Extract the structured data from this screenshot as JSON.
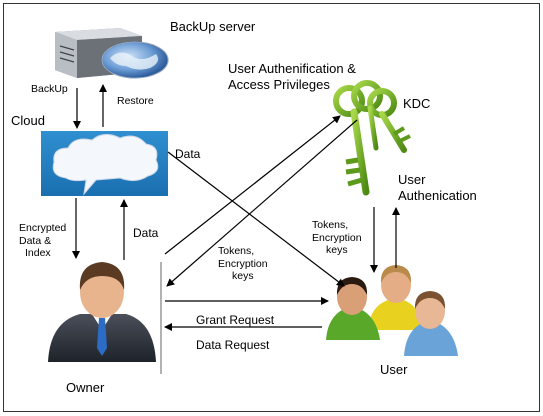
{
  "nodes": {
    "backup_server": "BackUp server",
    "cloud": "Cloud",
    "kdc": "KDC",
    "owner": "Owner",
    "user": "User",
    "user_auth_access": [
      "User Authenification &",
      "Access Privileges"
    ],
    "user_auth": [
      "User",
      "Authenication"
    ]
  },
  "edges": {
    "backup": "BackUp",
    "restore": "Restore",
    "data_cloud_to_user": "Data",
    "data_owner_to_cloud": "Data",
    "encrypted_data_index": [
      "Encrypted",
      "Data &",
      "Index"
    ],
    "tokens_kdc_to_user": [
      "Tokens,",
      "Encryption",
      "keys"
    ],
    "tokens_kdc_to_owner": [
      "Tokens,",
      "Encryption",
      "keys"
    ],
    "grant_request": "Grant Request",
    "data_request": "Data Request"
  }
}
